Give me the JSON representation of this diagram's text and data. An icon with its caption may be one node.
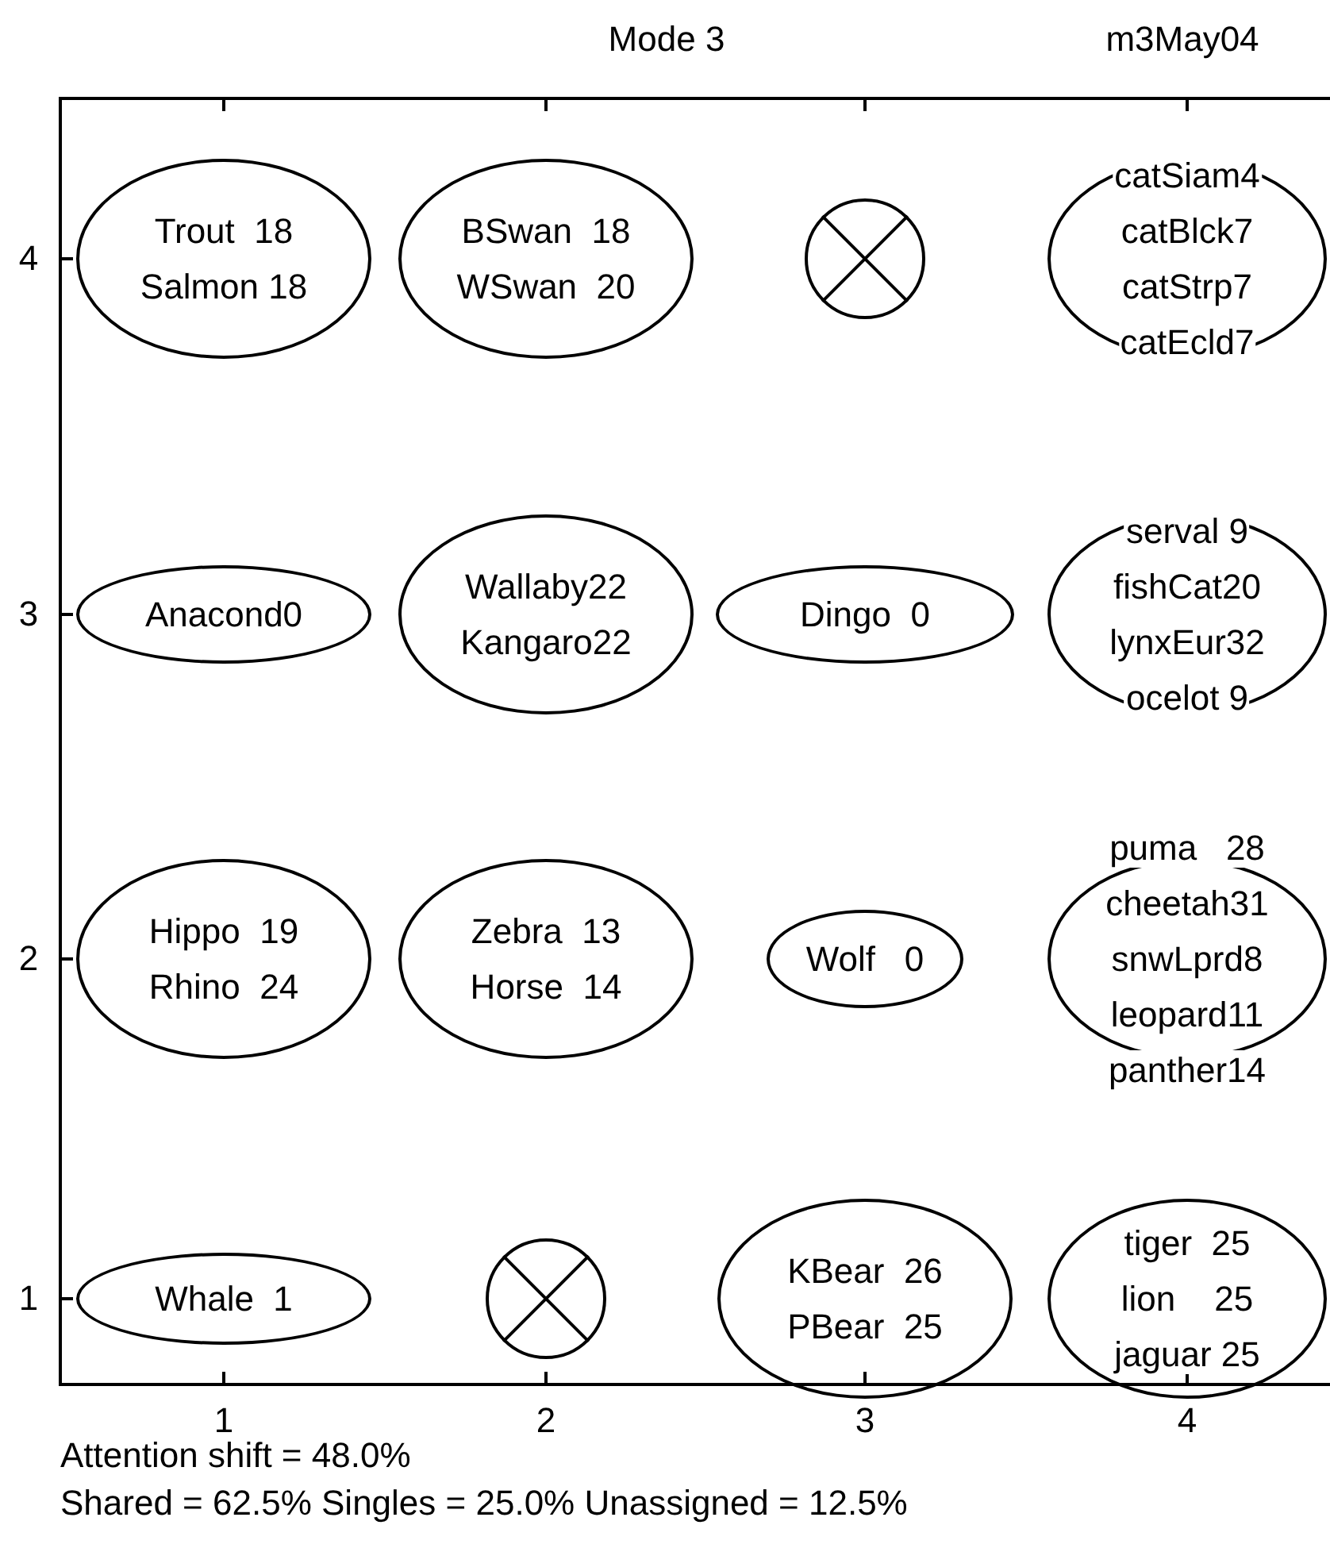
{
  "diagram": {
    "nodes": [
      {
        "text": [
          "Trout  18",
          "Salmon 18"
        ]
      },
      {
        "text": [
          "BSwan  18",
          "WSwan  20"
        ]
      },
      {
        "text": [],
        "shape": "circle"
      },
      {
        "text": [
          "catSiam4",
          "catBlck7",
          "catStrp7",
          "catEcld7"
        ]
      },
      {
        "text": [
          "Anacond0"
        ]
      },
      {
        "text": [
          "Wallaby22",
          "Kangaro22"
        ]
      },
      {
        "text": [
          "Dingo  0"
        ]
      },
      {
        "text": [
          "serval 9",
          "fishCat20",
          "lynxEur32",
          "ocelot 9"
        ]
      },
      {
        "text": [
          "Hippo  19",
          "Rhino  24"
        ]
      },
      {
        "text": [
          "Zebra  13",
          "Horse  14"
        ]
      },
      {
        "text": [
          "Wolf   0"
        ]
      },
      {
        "text": [
          "puma   28",
          "cheetah31",
          "snwLprd8",
          "leopard11",
          "panther14"
        ]
      },
      {
        "text": [
          "Whale  1"
        ]
      },
      {
        "text": [],
        "shape": "circle"
      },
      {
        "text": [
          "KBear  26",
          "PBear  25"
        ]
      },
      {
        "text": [
          "tiger  25",
          "lion    25",
          "jaguar 25"
        ]
      }
    ],
    "edges": [],
    "labels": [
      "Mode 3",
      "m3May04",
      "4",
      "3",
      "2",
      "1",
      "1",
      "2",
      "3",
      "4",
      "Attention shift = 48.0%",
      "Shared = 62.5% Singles = 25.0% Unassigned = 12.5%"
    ]
  }
}
